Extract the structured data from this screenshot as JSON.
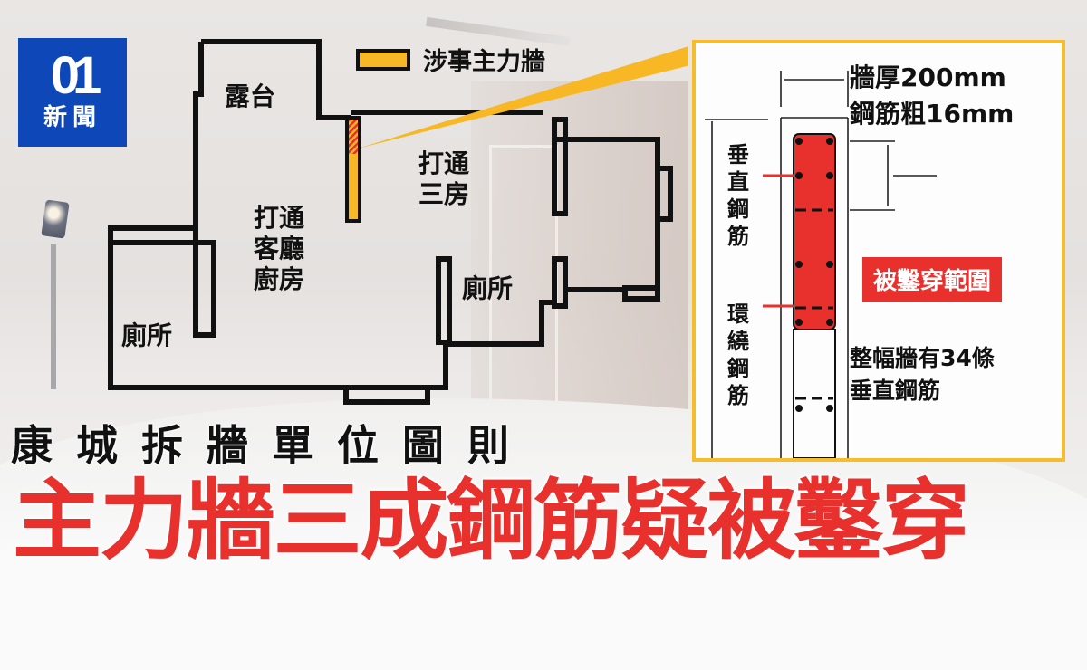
{
  "brand": {
    "logo_mark": "01",
    "logo_text": "新聞",
    "logo_color": "#0d47b8",
    "icon": "hk01-logo-icon"
  },
  "legend": {
    "label": "涉事主力牆",
    "swatch_color": "#f8b825"
  },
  "floorplan": {
    "rooms": [
      {
        "id": "balcony",
        "label": "露台"
      },
      {
        "id": "living",
        "label": "打通\n客廳\n廚房"
      },
      {
        "id": "bedrooms",
        "label": "打通\n三房"
      },
      {
        "id": "toilet_left",
        "label": "廁所"
      },
      {
        "id": "toilet_right",
        "label": "廁所"
      }
    ],
    "wall_color": "#111111",
    "load_bearing_wall_color": "#f8b825",
    "drilled_section_color": "#e8302d"
  },
  "detail": {
    "wall_thickness": "牆厚200mm",
    "rebar_size": "鋼筋粗16mm",
    "vertical_rebar_label": "垂直鋼筋",
    "hoop_rebar_label": "環繞鋼筋",
    "drilled_badge": "被鑿穿範圍",
    "total_note_line1": "整幅牆有34條",
    "total_note_line2": "垂直鋼筋",
    "border_color": "#f5bd2c",
    "highlight_color": "#e8302d"
  },
  "captions": {
    "subtitle": "康城拆牆單位圖則",
    "headline": "主力牆三成鋼筋疑被鑿穿",
    "headline_color": "#e8302d"
  }
}
